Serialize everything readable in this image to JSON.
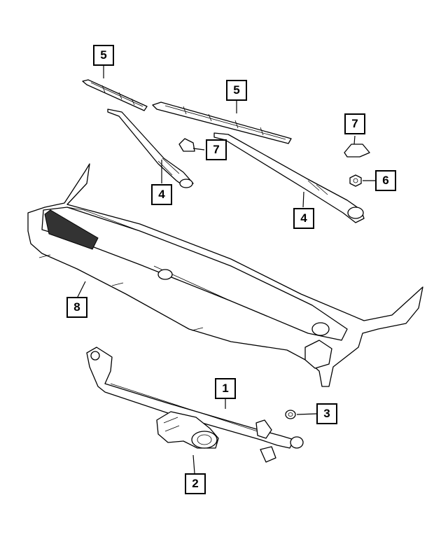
{
  "callouts": [
    {
      "id": "c5a",
      "label": "5"
    },
    {
      "id": "c5b",
      "label": "5"
    },
    {
      "id": "c7a",
      "label": "7"
    },
    {
      "id": "c7b",
      "label": "7"
    },
    {
      "id": "c4a",
      "label": "4"
    },
    {
      "id": "c4b",
      "label": "4"
    },
    {
      "id": "c6",
      "label": "6"
    },
    {
      "id": "c8",
      "label": "8"
    },
    {
      "id": "c1",
      "label": "1"
    },
    {
      "id": "c3",
      "label": "3"
    },
    {
      "id": "c2",
      "label": "2"
    }
  ]
}
